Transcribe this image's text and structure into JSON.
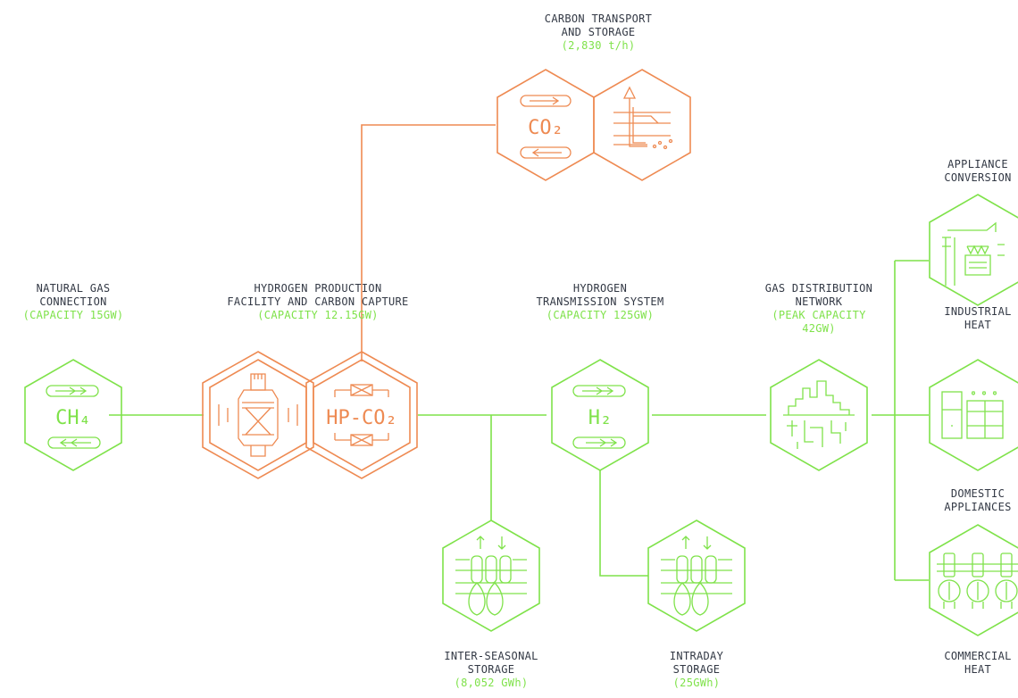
{
  "colors": {
    "green": "#7fe24a",
    "orange": "#ee8a52",
    "label": "#333945",
    "background": "#ffffff"
  },
  "nodes": {
    "natural_gas": {
      "title_lines": [
        "NATURAL GAS",
        "CONNECTION"
      ],
      "capacity": "(CAPACITY 15GW)",
      "symbol": "CH₄"
    },
    "hydrogen_production": {
      "title_lines": [
        "HYDROGEN PRODUCTION",
        "FACILITY AND CARBON CAPTURE"
      ],
      "capacity": "(CAPACITY 12.15GW)",
      "symbol": "HP-CO₂"
    },
    "carbon_transport": {
      "title_lines": [
        "CARBON TRANSPORT",
        "AND STORAGE"
      ],
      "capacity": "(2,830 t/h)",
      "symbol": "CO₂"
    },
    "hydrogen_transmission": {
      "title_lines": [
        "HYDROGEN",
        "TRANSMISSION SYSTEM"
      ],
      "capacity": "(CAPACITY 125GW)",
      "symbol": "H₂"
    },
    "gas_distribution": {
      "title_lines": [
        "GAS DISTRIBUTION",
        "NETWORK"
      ],
      "capacity_lines": [
        "(PEAK CAPACITY",
        "42GW)"
      ]
    },
    "inter_seasonal": {
      "title_lines": [
        "INTER-SEASONAL",
        "STORAGE"
      ],
      "capacity": "(8,052 GWh)"
    },
    "intraday": {
      "title_lines": [
        "INTRADAY",
        "STORAGE"
      ],
      "capacity": "(25GWh)"
    },
    "appliance_conversion": {
      "title_lines": [
        "APPLIANCE",
        "CONVERSION"
      ]
    },
    "industrial_heat": {
      "title_lines": [
        "INDUSTRIAL",
        "HEAT"
      ]
    },
    "domestic_appliances": {
      "title_lines": [
        "DOMESTIC",
        "APPLIANCES"
      ]
    },
    "commercial_heat": {
      "title_lines": [
        "COMMERCIAL",
        "HEAT"
      ]
    }
  }
}
